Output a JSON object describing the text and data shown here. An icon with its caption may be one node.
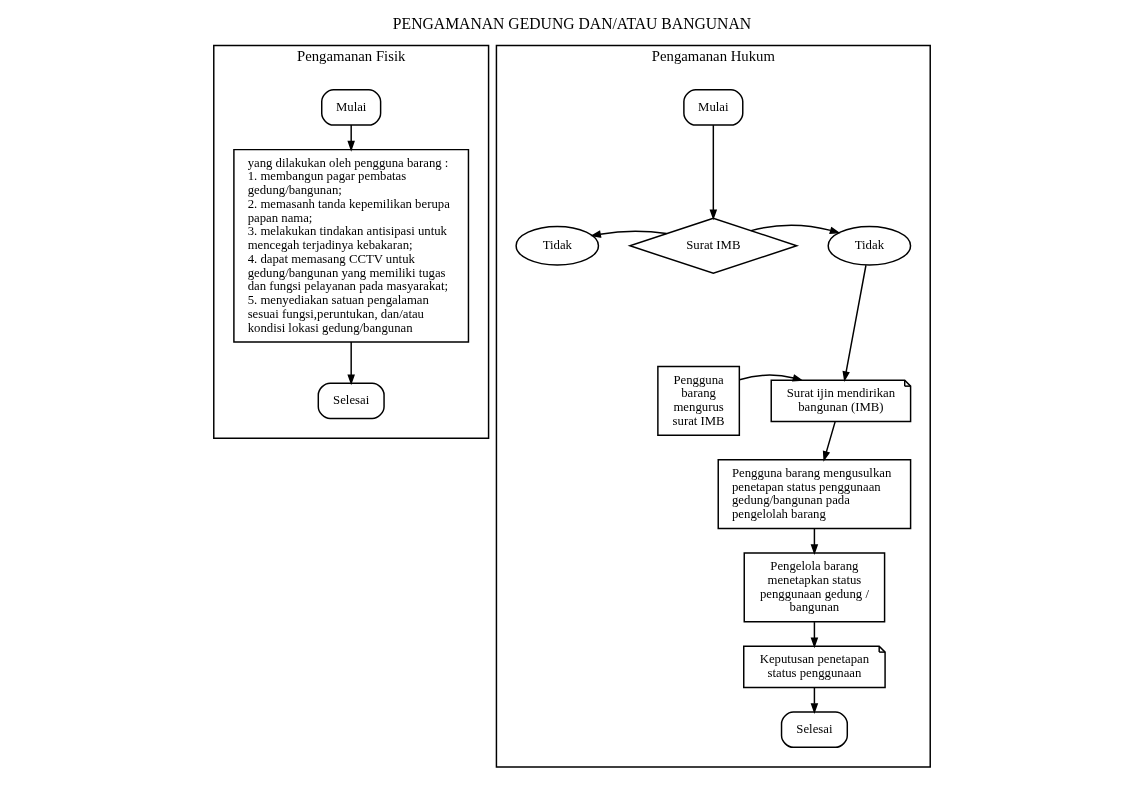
{
  "diagram": {
    "title": "PENGAMANAN GEDUNG DAN/ATAU BANGUNAN",
    "nodes": [
      {
        "text": [
          "Pengamanan Fisik"
        ]
      },
      {
        "text": [
          "Mulai"
        ],
        "in": 0
      },
      {
        "text": [
          "yang dilakukan oleh pengguna barang :",
          "1. membangun pagar pembatas gedung/bangunan;",
          "2. memasanh tanda kepemilikan berupa papan nama;",
          "3. melakukan tindakan antisipasi untuk mencegah terjadinya kebakaran;",
          "4. dapat memasang CCTV untuk gedung/bangunan yang memiliki tugas dan fungsi pelayanan pada masyarakat;",
          "5. menyediakan satuan pengalaman sesuai fungsi,peruntukan, dan/atau kondisi lokasi gedung/bangunan"
        ],
        "in": 0
      },
      {
        "text": [
          "Selesai"
        ],
        "in": 0
      },
      {
        "text": [
          "Pengamanan Hukum"
        ]
      },
      {
        "text": [
          "Mulai"
        ],
        "in": 4
      },
      {
        "text": [
          "Surat IMB"
        ],
        "in": 4
      },
      {
        "text": [
          "Tidak"
        ],
        "in": 4
      },
      {
        "text": [
          "Tidak"
        ],
        "in": 4
      },
      {
        "text": [
          "Pengguna barang mengurus surat IMB"
        ],
        "in": 4
      },
      {
        "text": [
          "Surat ijin mendirikan bangunan (IMB)"
        ],
        "in": 4
      },
      {
        "text": [
          "Pengguna barang mengusulkan penetapan status penggunaan gedung/bangunan pada pengelolah barang"
        ],
        "in": 4
      },
      {
        "text": [
          "Pengelola barang menetapkan status penggunaan gedung / bangunan"
        ],
        "in": 4
      },
      {
        "text": [
          "Keputusan penetapan status penggunaan"
        ],
        "in": 4
      },
      {
        "text": [
          "Selesai"
        ],
        "in": 4
      }
    ],
    "edges": [
      {
        "from": 1,
        "to": 2,
        "arrow": "to"
      },
      {
        "from": 2,
        "to": 3,
        "arrow": "to"
      },
      {
        "from": 5,
        "to": 6,
        "arrow": "to"
      },
      {
        "from": 6,
        "to": 7,
        "arrow": "to"
      },
      {
        "from": 6,
        "to": 8,
        "arrow": "to"
      },
      {
        "from": 8,
        "to": 10,
        "arrow": "to"
      },
      {
        "from": 9,
        "to": 10,
        "arrow": "to"
      },
      {
        "from": 10,
        "to": 11,
        "arrow": "to"
      },
      {
        "from": 11,
        "to": 12,
        "arrow": "to"
      },
      {
        "from": 12,
        "to": 13,
        "arrow": "to"
      },
      {
        "from": 13,
        "to": 14,
        "arrow": "to"
      }
    ]
  }
}
